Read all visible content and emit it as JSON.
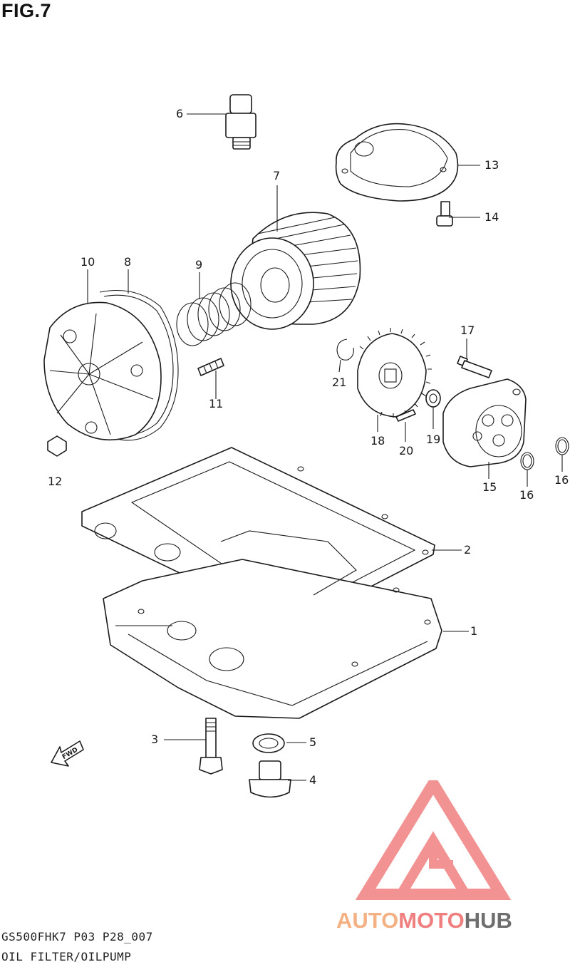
{
  "figure": {
    "title": "FIG.7",
    "model_code": "GS500FHK7  P03 P28_007",
    "section_name": "OIL FILTER/OILPUMP"
  },
  "parts": [
    {
      "no": "1"
    },
    {
      "no": "2"
    },
    {
      "no": "3"
    },
    {
      "no": "4"
    },
    {
      "no": "5"
    },
    {
      "no": "6"
    },
    {
      "no": "7"
    },
    {
      "no": "8"
    },
    {
      "no": "9"
    },
    {
      "no": "10"
    },
    {
      "no": "11"
    },
    {
      "no": "12"
    },
    {
      "no": "13"
    },
    {
      "no": "14"
    },
    {
      "no": "15"
    },
    {
      "no": "16"
    },
    {
      "no": "16"
    },
    {
      "no": "17"
    },
    {
      "no": "18"
    },
    {
      "no": "19"
    },
    {
      "no": "20"
    },
    {
      "no": "21"
    }
  ],
  "direction_marker": "FWD",
  "watermark": {
    "word_1": "AUTO",
    "word_2": "MOTO",
    "word_3": "HUB",
    "colors": {
      "auto": "#f4b183",
      "moto": "#f08080",
      "hub": "#6e6e6e",
      "logo": "#f08080"
    }
  }
}
